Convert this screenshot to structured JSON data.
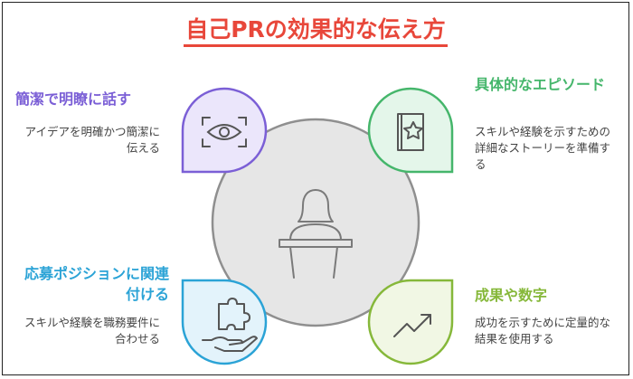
{
  "title": "自己PRの効果的な伝え方",
  "items": [
    {
      "heading": "簡潔で明瞭に話す",
      "description": "アイデアを明確かつ簡潔に伝える",
      "icon": "eye-icon",
      "color": "#7b5fd6"
    },
    {
      "heading": "具体的なエピソード",
      "description": "スキルや経験を示すための詳細なストーリーを準備する",
      "icon": "book-star-icon",
      "color": "#45b66b"
    },
    {
      "heading": "応募ポジションに関連付ける",
      "description": "スキルや経験を職務要件に合わせる",
      "icon": "puzzle-hand-icon",
      "color": "#2ba3d6"
    },
    {
      "heading": "成果や数字",
      "description": "成功を示すために定量的な結果を使用する",
      "icon": "trend-up-icon",
      "color": "#86b83a"
    }
  ],
  "center": {
    "icon": "speaker-podium-icon"
  }
}
